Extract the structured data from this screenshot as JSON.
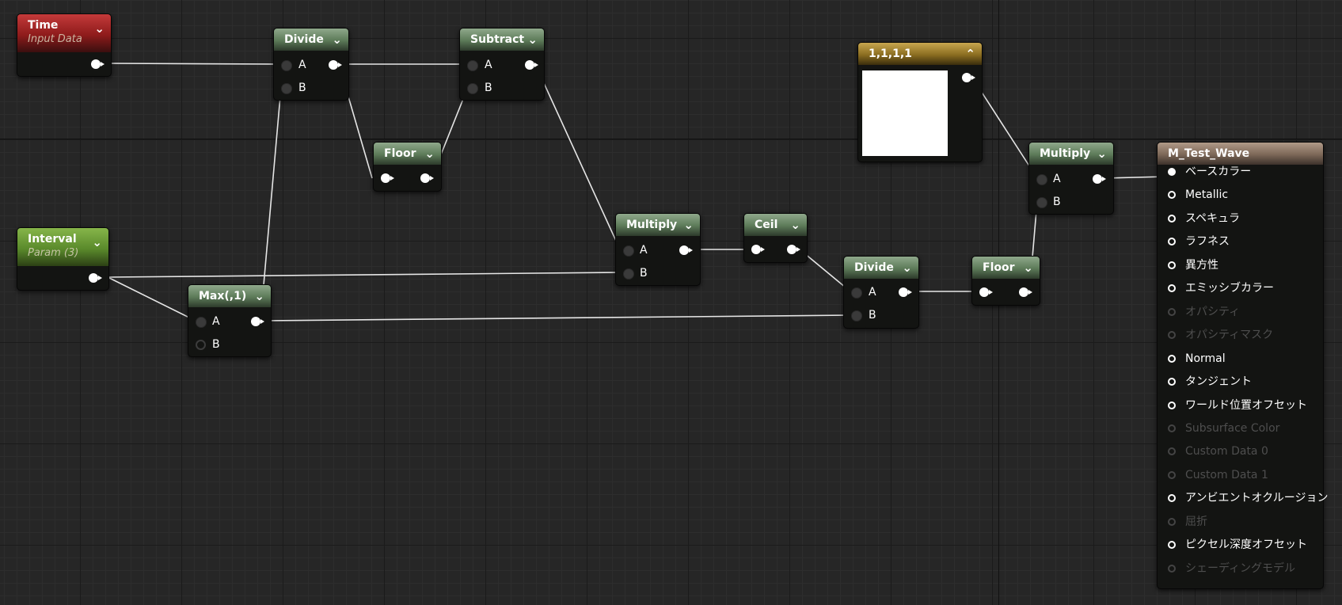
{
  "nodes": {
    "time": {
      "title": "Time",
      "subtitle": "Input Data"
    },
    "interval": {
      "title": "Interval",
      "subtitle": "Param (3)"
    },
    "divide1": {
      "title": "Divide",
      "pin_a": "A",
      "pin_b": "B"
    },
    "subtract": {
      "title": "Subtract",
      "pin_a": "A",
      "pin_b": "B"
    },
    "floor1": {
      "title": "Floor"
    },
    "max": {
      "title": "Max(,1)",
      "pin_a": "A",
      "pin_b": "B"
    },
    "multiply1": {
      "title": "Multiply",
      "pin_a": "A",
      "pin_b": "B"
    },
    "ceil": {
      "title": "Ceil"
    },
    "divide2": {
      "title": "Divide",
      "pin_a": "A",
      "pin_b": "B"
    },
    "floor2": {
      "title": "Floor"
    },
    "constant": {
      "title": "1,1,1,1",
      "color": "#ffffff"
    },
    "multiply2": {
      "title": "Multiply",
      "pin_a": "A",
      "pin_b": "B"
    }
  },
  "material": {
    "title": "M_Test_Wave",
    "inputs": [
      {
        "label": "ベースカラー",
        "enabled": true,
        "connected": true
      },
      {
        "label": "Metallic",
        "enabled": true,
        "connected": false
      },
      {
        "label": "スペキュラ",
        "enabled": true,
        "connected": false
      },
      {
        "label": "ラフネス",
        "enabled": true,
        "connected": false
      },
      {
        "label": "異方性",
        "enabled": true,
        "connected": false
      },
      {
        "label": "エミッシブカラー",
        "enabled": true,
        "connected": false
      },
      {
        "label": "オパシティ",
        "enabled": false,
        "connected": false
      },
      {
        "label": "オパシティマスク",
        "enabled": false,
        "connected": false
      },
      {
        "label": "Normal",
        "enabled": true,
        "connected": false
      },
      {
        "label": "タンジェント",
        "enabled": true,
        "connected": false
      },
      {
        "label": "ワールド位置オフセット",
        "enabled": true,
        "connected": false
      },
      {
        "label": "Subsurface Color",
        "enabled": false,
        "connected": false
      },
      {
        "label": "Custom Data 0",
        "enabled": false,
        "connected": false
      },
      {
        "label": "Custom Data 1",
        "enabled": false,
        "connected": false
      },
      {
        "label": "アンビエントオクルージョン",
        "enabled": true,
        "connected": false
      },
      {
        "label": "屈折",
        "enabled": false,
        "connected": false
      },
      {
        "label": "ピクセル深度オフセット",
        "enabled": true,
        "connected": false
      },
      {
        "label": "シェーディングモデル",
        "enabled": false,
        "connected": false
      }
    ]
  },
  "icons": {
    "collapse": "chevron-down-icon",
    "expand": "chevron-up-icon"
  }
}
